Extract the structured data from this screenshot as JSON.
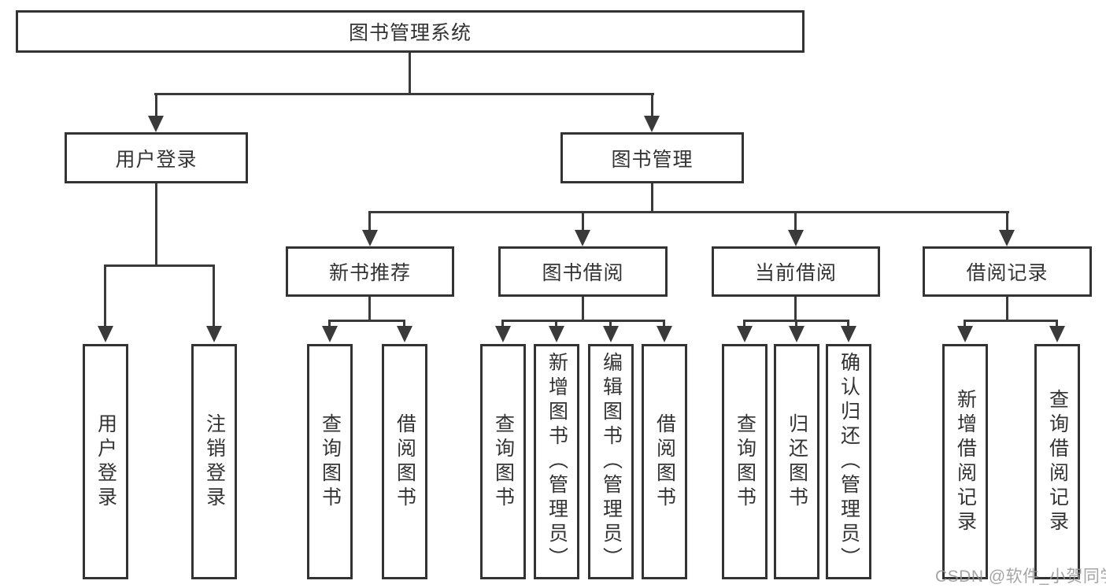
{
  "nodes": {
    "root": "图书管理系统",
    "level2": {
      "user_login": "用户登录",
      "book_mgmt": "图书管理"
    },
    "level3": {
      "new_books": "新书推荐",
      "book_borrow": "图书借阅",
      "current_borrow": "当前借阅",
      "borrow_records": "借阅记录"
    },
    "leaves": {
      "user_login": [
        "用户登录",
        "注销登录"
      ],
      "new_books": [
        "查询图书",
        "借阅图书"
      ],
      "book_borrow": [
        "查询图书",
        "新增图书（管理员）",
        "编辑图书（管理员）",
        "借阅图书"
      ],
      "current_borrow": [
        "查询图书",
        "归还图书",
        "确认归还（管理员）"
      ],
      "borrow_records": [
        "新增借阅记录",
        "查询借阅记录"
      ]
    }
  },
  "watermark": "CSDN @软件_小贺同学",
  "colors": {
    "line": "#3a3a3a",
    "border": "#333333",
    "text": "#333333",
    "watermark": "#969696",
    "background": "#ffffff"
  }
}
